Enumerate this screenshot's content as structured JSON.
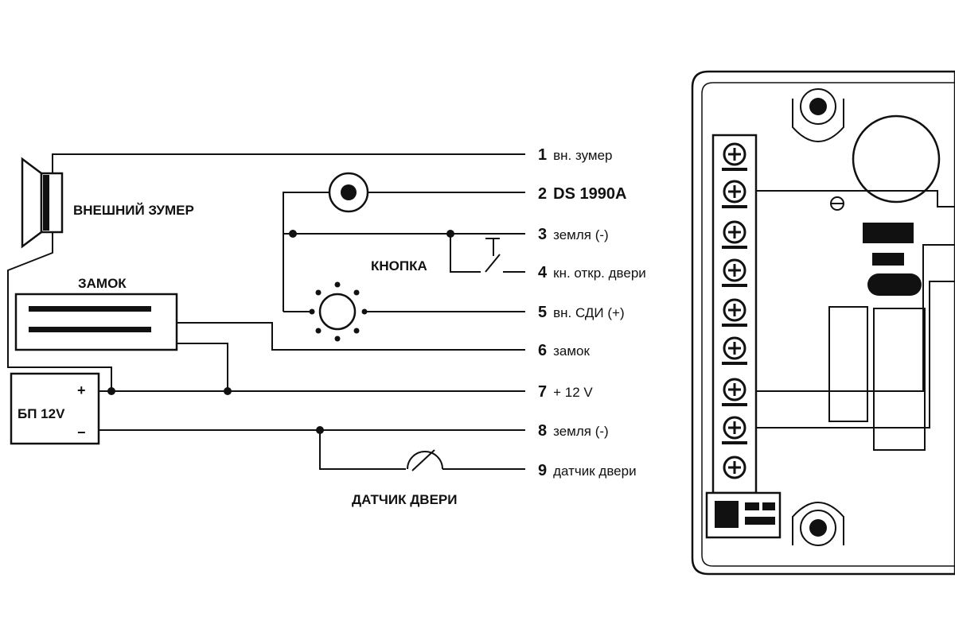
{
  "labels": {
    "buzzer": "ВНЕШНИЙ ЗУМЕР",
    "lock": "ЗАМОК",
    "button": "КНОПКА",
    "psu": "БП 12V",
    "psu_plus": "+",
    "psu_minus": "−",
    "door_sensor": "ДАТЧИК ДВЕРИ"
  },
  "terminals": [
    {
      "num": "1",
      "text": "вн. зумер"
    },
    {
      "num": "2",
      "text": "DS 1990A"
    },
    {
      "num": "3",
      "text": "земля (-)"
    },
    {
      "num": "4",
      "text": "кн. откр. двери"
    },
    {
      "num": "5",
      "text": "вн. СДИ (+)"
    },
    {
      "num": "6",
      "text": "замок"
    },
    {
      "num": "7",
      "text": "+ 12 V"
    },
    {
      "num": "8",
      "text": "земля (-)"
    },
    {
      "num": "9",
      "text": "датчик двери"
    }
  ]
}
